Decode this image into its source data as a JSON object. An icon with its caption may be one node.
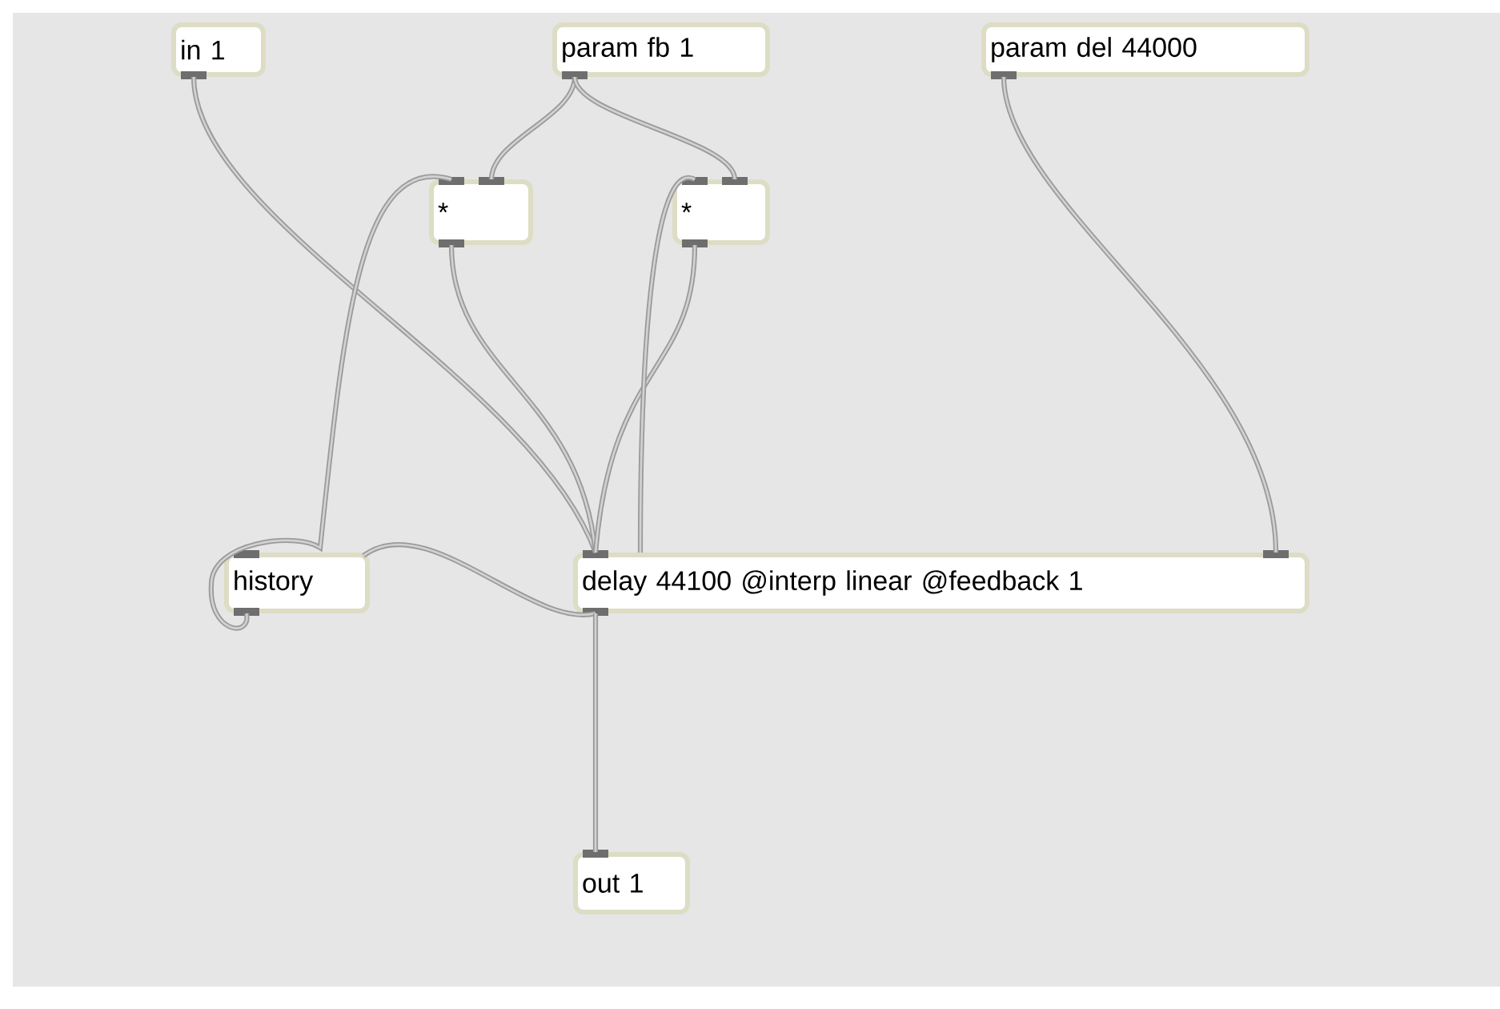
{
  "diagram": {
    "nodes": [
      {
        "text": [
          "in 1"
        ]
      },
      {
        "text": [
          "param fb 1"
        ]
      },
      {
        "text": [
          "param del 44000"
        ]
      },
      {
        "text": [
          "*"
        ]
      },
      {
        "text": [
          "*"
        ]
      },
      {
        "text": [
          "history"
        ]
      },
      {
        "text": [
          "delay 44100 @interp linear @feedback 1"
        ]
      },
      {
        "text": [
          "out 1"
        ]
      }
    ],
    "edges": [
      {
        "from": 0,
        "to": 6,
        "arrow": "none"
      },
      {
        "from": 1,
        "to": 3,
        "arrow": "none"
      },
      {
        "from": 1,
        "to": 4,
        "arrow": "none"
      },
      {
        "from": 5,
        "to": 3,
        "arrow": "none"
      },
      {
        "from": 3,
        "to": 6,
        "arrow": "none"
      },
      {
        "from": 4,
        "to": 6,
        "arrow": "none"
      },
      {
        "from": 6,
        "to": 4,
        "arrow": "none"
      },
      {
        "from": 6,
        "to": 5,
        "arrow": "none"
      },
      {
        "from": 2,
        "to": 6,
        "arrow": "none"
      },
      {
        "from": 6,
        "to": 7,
        "arrow": "none"
      }
    ]
  }
}
